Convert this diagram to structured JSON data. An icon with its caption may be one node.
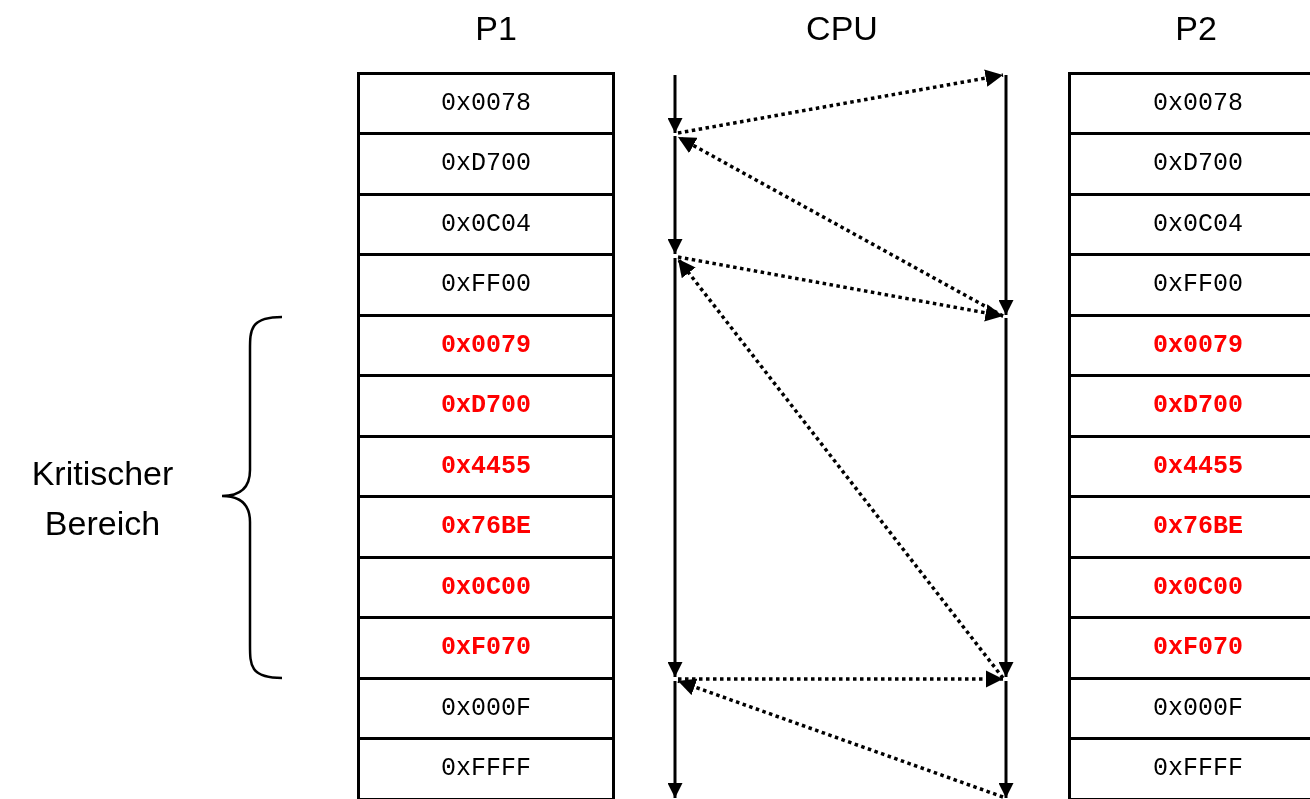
{
  "diagram": {
    "nodes": [
      {
        "text": [
          "0x0078"
        ]
      },
      {
        "text": [
          "0xD700"
        ]
      },
      {
        "text": [
          "0x0C04"
        ]
      },
      {
        "text": [
          "0xFF00"
        ]
      },
      {
        "text": [
          "0x0079"
        ]
      },
      {
        "text": [
          "0xD700"
        ]
      },
      {
        "text": [
          "0x4455"
        ]
      },
      {
        "text": [
          "0x76BE"
        ]
      },
      {
        "text": [
          "0x0C00"
        ]
      },
      {
        "text": [
          "0xF070"
        ]
      },
      {
        "text": [
          "0x000F"
        ]
      },
      {
        "text": [
          "0xFFFF"
        ]
      },
      {
        "text": [
          "0x0078"
        ]
      },
      {
        "text": [
          "0xD700"
        ]
      },
      {
        "text": [
          "0x0C04"
        ]
      },
      {
        "text": [
          "0xFF00"
        ]
      },
      {
        "text": [
          "0x0079"
        ]
      },
      {
        "text": [
          "0xD700"
        ]
      },
      {
        "text": [
          "0x4455"
        ]
      },
      {
        "text": [
          "0x76BE"
        ]
      },
      {
        "text": [
          "0x0C00"
        ]
      },
      {
        "text": [
          "0xF070"
        ]
      },
      {
        "text": [
          "0x000F"
        ]
      },
      {
        "text": [
          "0xFFFF"
        ]
      }
    ],
    "labels": [
      "P1",
      "CPU",
      "P2",
      "Kritischer Bereich"
    ]
  }
}
